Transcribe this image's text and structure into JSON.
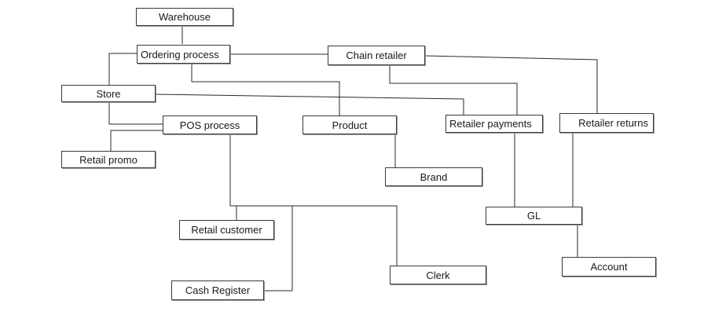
{
  "diagram": {
    "nodes": {
      "warehouse": "Warehouse",
      "ordering_process": "Ordering process",
      "chain_retailer": "Chain retailer",
      "store": "Store",
      "pos_process": "POS process",
      "product": "Product",
      "retailer_payments": "Retailer payments",
      "retailer_returns": "Retailer returns",
      "retail_promo": "Retail promo",
      "brand": "Brand",
      "gl": "GL",
      "retail_customer": "Retail customer",
      "clerk": "Clerk",
      "account": "Account",
      "cash_register": "Cash Register"
    }
  }
}
